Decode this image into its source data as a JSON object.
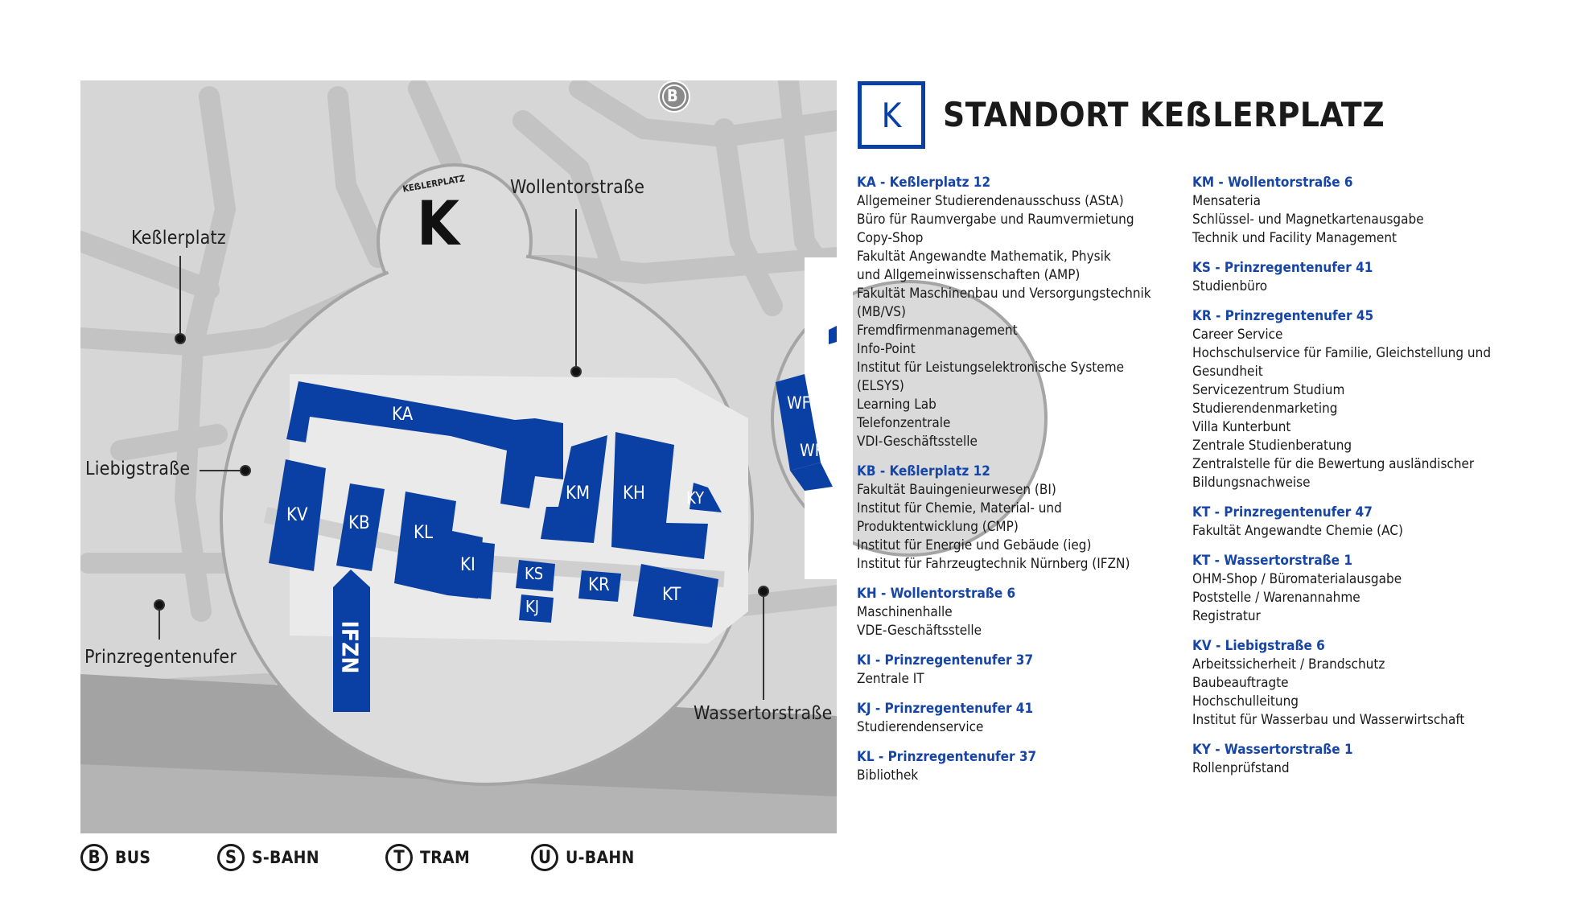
{
  "header": {
    "brand_letter": "K",
    "title": "STANDORT KEẞLERPLATZ"
  },
  "map": {
    "hub": {
      "letter": "K",
      "arc_label": "KEẞLERPLATZ"
    },
    "top_stop": "B",
    "streets": {
      "kesslerplatz": "Keßlerplatz",
      "wollentorstrasse": "Wollentorstraße",
      "liebigstrasse": "Liebigstraße",
      "prinzregentenufer": "Prinzregentenufer",
      "wassertorstrasse": "Wassertorstraße"
    },
    "buildings": {
      "KA": "KA",
      "KB": "KB",
      "KV": "KV",
      "KL": "KL",
      "KI": "KI",
      "KM": "KM",
      "KH": "KH",
      "KY": "KY",
      "KS": "KS",
      "KJ": "KJ",
      "KR": "KR",
      "KT": "KT",
      "IFZN": "IFZN",
      "WF": "WF",
      "WK": "WK"
    }
  },
  "legend": [
    {
      "symbol": "B",
      "label": "BUS"
    },
    {
      "symbol": "S",
      "label": "S-BAHN"
    },
    {
      "symbol": "T",
      "label": "TRAM"
    },
    {
      "symbol": "U",
      "label": "U-BAHN"
    }
  ],
  "directory": {
    "col1": [
      {
        "heading": "KA - Keßlerplatz 12",
        "lines": [
          "Allgemeiner Studierendenausschuss (AStA)",
          "Büro für Raumvergabe und Raumvermietung",
          "Copy-Shop",
          "Fakultät Angewandte Mathematik, Physik",
          "und Allgemeinwissenschaften (AMP)",
          "Fakultät Maschinenbau und Versorgungstechnik",
          "(MB/VS)",
          "Fremdfirmenmanagement",
          "Info-Point",
          "Institut für Leistungselektronische Systeme",
          "(ELSYS)",
          "Learning Lab",
          "Telefonzentrale",
          "VDI-Geschäftsstelle"
        ]
      },
      {
        "heading": "KB - Keßlerplatz 12",
        "lines": [
          "Fakultät Bauingenieurwesen (BI)",
          "Institut für Chemie, Material- und",
          "Produktentwicklung (CMP)",
          "Institut für Energie und Gebäude (ieg)",
          "Institut für Fahrzeugtechnik Nürnberg (IFZN)"
        ]
      },
      {
        "heading": "KH - Wollentorstraße 6",
        "lines": [
          "Maschinenhalle",
          "VDE-Geschäftsstelle"
        ]
      },
      {
        "heading": "KI - Prinzregentenufer 37",
        "lines": [
          "Zentrale IT"
        ]
      },
      {
        "heading": "KJ - Prinzregentenufer 41",
        "lines": [
          "Studierendenservice"
        ]
      },
      {
        "heading": "KL - Prinzregentenufer 37",
        "lines": [
          "Bibliothek"
        ]
      }
    ],
    "col2": [
      {
        "heading": "KM - Wollentorstraße 6",
        "lines": [
          "Mensateria",
          "Schlüssel- und Magnetkartenausgabe",
          "Technik und Facility Management"
        ]
      },
      {
        "heading": "KS - Prinzregentenufer 41",
        "lines": [
          "Studienbüro"
        ]
      },
      {
        "heading": "KR - Prinzregentenufer 45",
        "lines": [
          "Career Service",
          "Hochschulservice für Familie, Gleichstellung und",
          "Gesundheit",
          "Servicezentrum Studium",
          "Studierendenmarketing",
          "Villa Kunterbunt",
          "Zentrale Studienberatung",
          "Zentralstelle für die Bewertung ausländischer",
          "Bildungsnachweise"
        ]
      },
      {
        "heading": "KT - Prinzregentenufer 47",
        "lines": [
          "Fakultät Angewandte Chemie (AC)"
        ]
      },
      {
        "heading": "KT - Wassertorstraße 1",
        "lines": [
          "OHM-Shop / Büromaterialausgabe",
          "Poststelle / Warenannahme",
          "Registratur"
        ]
      },
      {
        "heading": "KV - Liebigstraße 6",
        "lines": [
          "Arbeitssicherheit / Brandschutz",
          "Baubeauftragte",
          "Hochschulleitung",
          "Institut für Wasserbau und Wasserwirtschaft"
        ]
      },
      {
        "heading": "KY - Wassertorstraße 1",
        "lines": [
          "Rollenprüfstand"
        ]
      }
    ]
  },
  "colors": {
    "building": "#0a3fa3",
    "heading": "#1645a6",
    "map_bg": "#d6d6d6",
    "road": "#c4c4c4",
    "river": "#9e9e9e"
  }
}
